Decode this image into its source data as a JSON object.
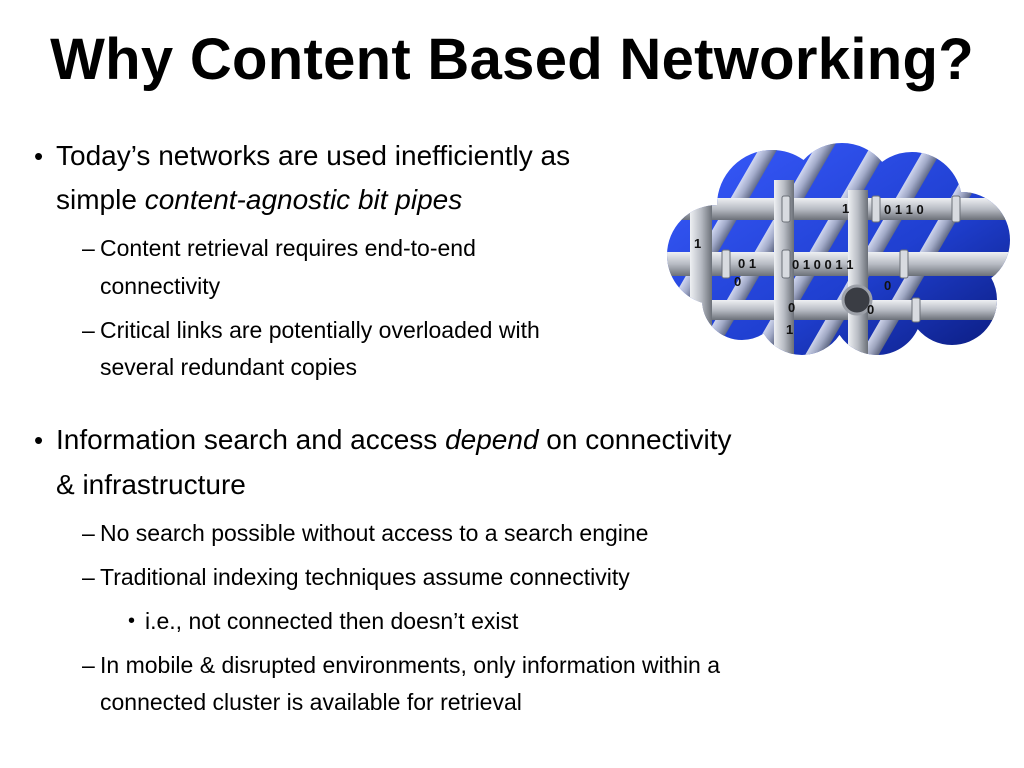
{
  "title": "Why Content Based Networking?",
  "bullets": [
    {
      "line1": "Today’s networks are used inefficiently as",
      "line2_pre": "simple ",
      "line2_em": "content-agnostic bit pipes",
      "subs": [
        {
          "line1": "Content retrieval requires end-to-end",
          "line2": "connectivity"
        },
        {
          "line1": "Critical links are potentially overloaded with",
          "line2": "several redundant copies"
        }
      ]
    },
    {
      "line1_pre": "Information search and access ",
      "line1_em": "depend",
      "line1_post": " on connectivity",
      "line2": "& infrastructure",
      "subs": [
        {
          "line1": "No search possible without access to a search engine"
        },
        {
          "line1": "Traditional indexing techniques assume connectivity",
          "sub": "i.e., not connected then doesn’t exist"
        },
        {
          "line1": "In mobile & disrupted environments, only information within a",
          "line2": "connected cluster is available for retrieval"
        }
      ]
    }
  ],
  "image": {
    "labels": [
      "1",
      "0 1 1 0",
      "1",
      "0 1",
      "0 1 0 0 1 1",
      "0",
      "0",
      "0",
      "1",
      "0"
    ]
  },
  "colors": {
    "background": "#ffffff",
    "text": "#000000",
    "cloud_blue": "#1f3fd0",
    "pipe_gray": "#b8bcc4"
  }
}
